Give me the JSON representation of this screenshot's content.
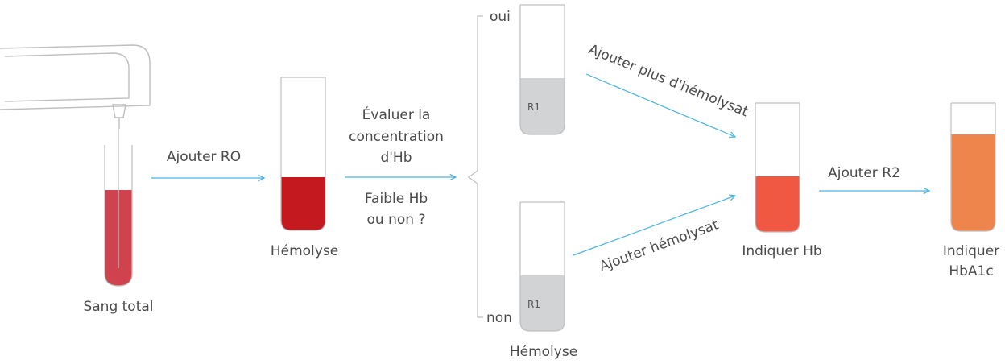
{
  "diagram": {
    "stages": {
      "whole_blood": "Sang total",
      "hemolysis_1": "Hémolyse",
      "hemolysis_2": "Hémolyse",
      "indicate_hb": "Indiquer Hb",
      "indicate_hba1c_line1": "Indiquer",
      "indicate_hba1c_line2": "HbA1c"
    },
    "steps": {
      "add_ro": "Ajouter RO",
      "evaluate_line1": "Évaluer la",
      "evaluate_line2": "concentration",
      "evaluate_line3": "d'Hb",
      "question_line1": "Faible Hb",
      "question_line2": "ou non ?",
      "add_more_hemolysate": "Ajouter plus d'hémolysat",
      "add_hemolysate": "Ajouter hémolysat",
      "add_r2": "Ajouter R2"
    },
    "branches": {
      "yes": "oui",
      "no": "non"
    },
    "reagent_labels": {
      "top": "R1",
      "bottom": "R1"
    },
    "colors": {
      "arrow": "#4ab3e0",
      "tube_outline": "#bfbfbf",
      "whole_blood": "#d1424f",
      "hemolysate": "#c3191f",
      "reagent_r1": "#d2d3d5",
      "hb_sample": "#f05843",
      "hba1c_sample": "#ee854c",
      "text": "#4a4a4a"
    },
    "icons": {
      "pipette": "pipette-icon"
    }
  }
}
